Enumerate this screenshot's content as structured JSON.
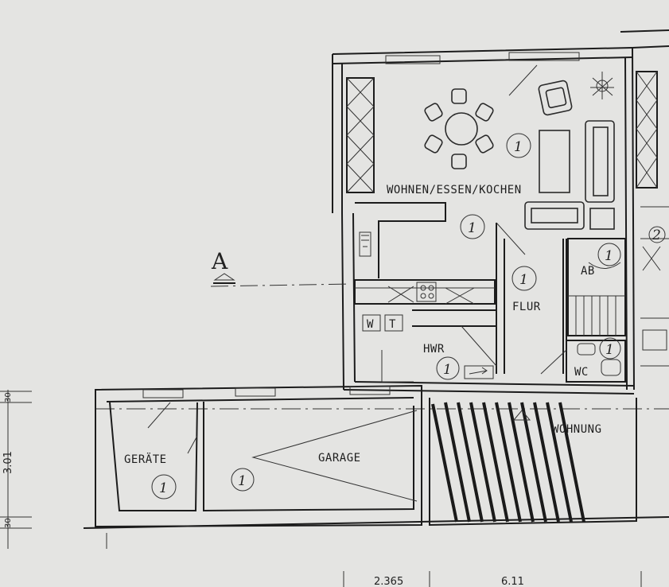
{
  "section_marker": "A",
  "rooms": {
    "living": "WOHNEN/ESSEN/KOCHEN",
    "hall": "FLUR",
    "utility": "HWR",
    "wc": "WC",
    "storage": "AB",
    "garden_tools": "GERÄTE",
    "garage": "GARAGE",
    "apartment": "WOHNUNG"
  },
  "unit_marks": {
    "living": "1",
    "kitchen": "1",
    "hall": "1",
    "storage": "1",
    "utility": "1",
    "wc": "1",
    "garden_tools": "1",
    "garage": "1",
    "neighbor_top": "2"
  },
  "appliance_labels": {
    "w": "W",
    "t": "T"
  },
  "dimensions": {
    "bottom_left": "2.365",
    "bottom_right": "6.11",
    "side_mid": "3.01",
    "side_top": "30",
    "side_bottom": "30"
  }
}
